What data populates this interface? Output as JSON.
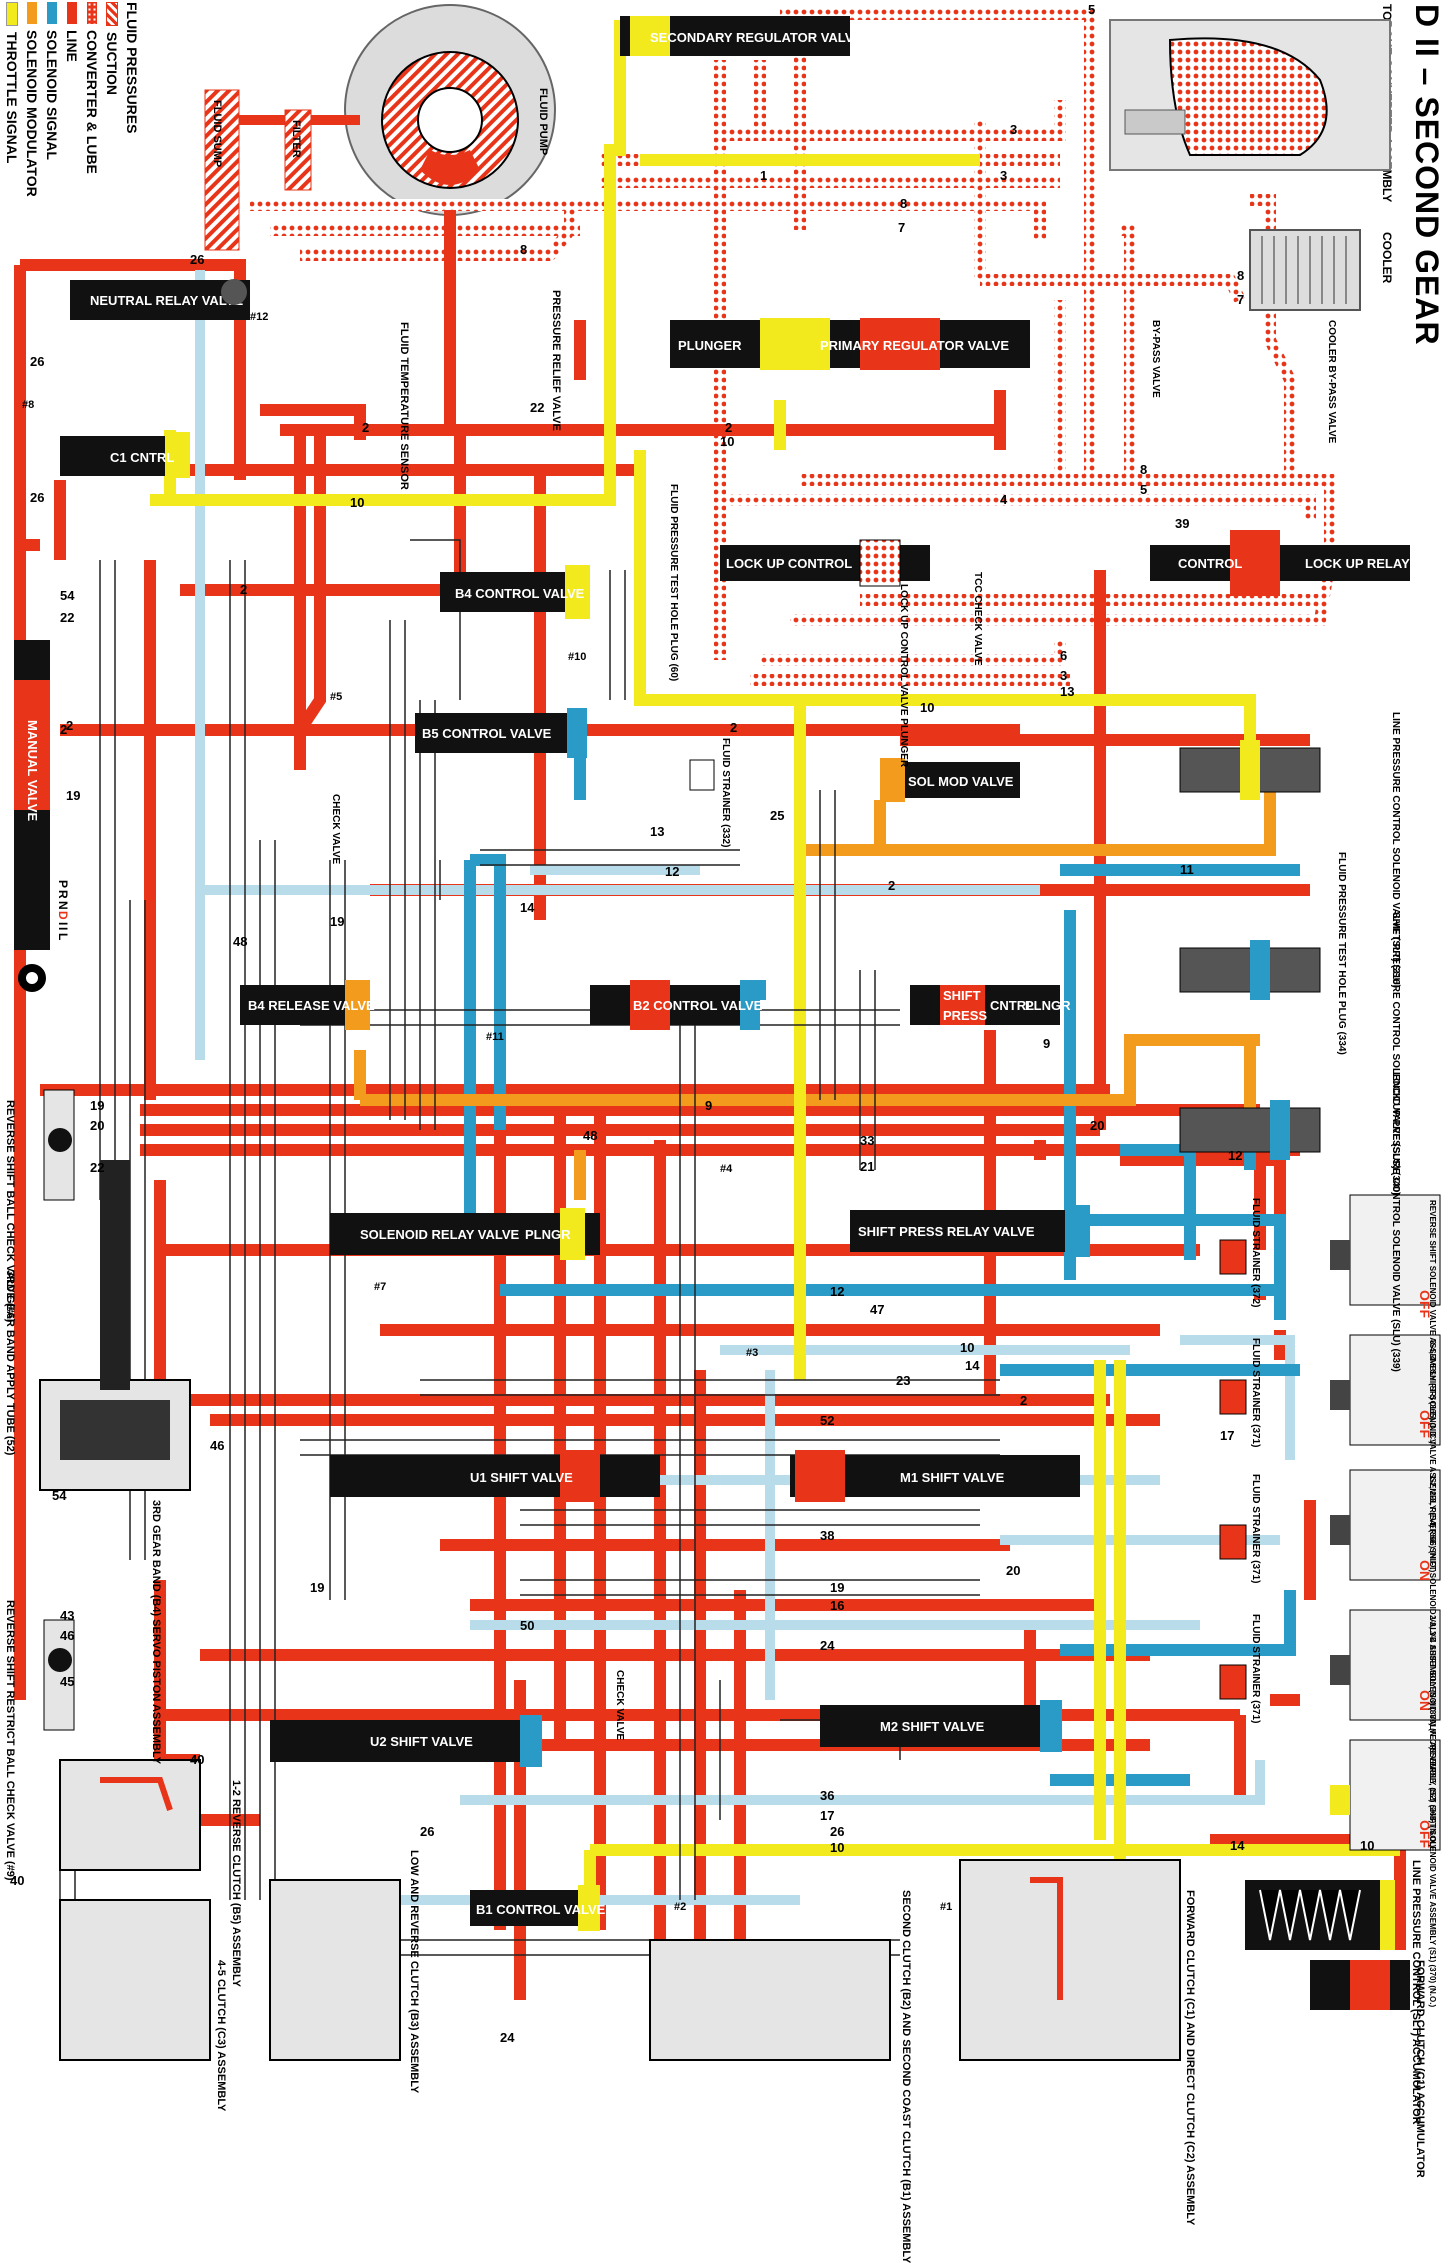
{
  "title": "D II – SECOND GEAR",
  "legend": {
    "heading": "FLUID PRESSURES",
    "items": [
      {
        "label": "SUCTION",
        "color": "#e8351a",
        "pattern": "stripe"
      },
      {
        "label": "CONVERTER & LUBE",
        "color": "#e8351a",
        "pattern": "dots"
      },
      {
        "label": "LINE",
        "color": "#e8351a",
        "pattern": "solid"
      },
      {
        "label": "SOLENOID SIGNAL",
        "color": "#2a9bc7",
        "pattern": "solid"
      },
      {
        "label": "SOLENOID MODULATOR",
        "color": "#f29b1d",
        "pattern": "solid"
      },
      {
        "label": "THROTTLE SIGNAL",
        "color": "#f2ea1d",
        "pattern": "solid"
      }
    ]
  },
  "colors": {
    "line": "#e8351a",
    "signal": "#2a9bc7",
    "lightsignal": "#b9dcea",
    "modulator": "#f29b1d",
    "throttle": "#f2ea1d",
    "exhaust": "#ffffff",
    "valve": "#111111"
  },
  "valves": {
    "secondary_regulator": "SECONDARY REGULATOR VALVE",
    "primary_regulator": "PRIMARY REGULATOR VALVE",
    "plunger": "PLUNGER",
    "neutral_relay": "NEUTRAL RELAY VALVE",
    "c1_cntrl": "C1 CNTRL",
    "lock_up_control": "LOCK UP CONTROL",
    "control": "CONTROL",
    "lock_up_relay": "LOCK UP RELAY",
    "b4_control": "B4 CONTROL VALVE",
    "b5_control": "B5 CONTROL VALVE",
    "sol_mod": "SOL MOD VALVE",
    "b4_release": "B4 RELEASE VALVE",
    "b2_control": "B2 CONTROL VALVE",
    "shift": "SHIFT",
    "press": "PRESS",
    "cntrl": "CNTRL",
    "plngr": "PLNGR",
    "solenoid_relay": "SOLENOID RELAY VALVE",
    "plngr2": "PLNGR",
    "shift_press_relay": "SHIFT PRESS RELAY VALVE",
    "u1_shift": "U1 SHIFT VALVE",
    "m1_shift": "M1 SHIFT VALVE",
    "m2_shift": "M2 SHIFT VALVE",
    "u2_shift": "U2 SHIFT VALVE",
    "b1_control": "B1 CONTROL VALVE",
    "manual_valve": "MANUAL VALVE"
  },
  "labels": {
    "fluid_pump": "FLUID PUMP",
    "filter": "FILTER",
    "fluid_sump": "FLUID SUMP",
    "torque_converter": "TORQUE CONVERTER ASSEMBLY",
    "cooler": "COOLER",
    "cooler_bypass": "COOLER BY-PASS VALVE",
    "bypass_valve": "BY-PASS VALVE",
    "fluid_temp_sensor": "FLUID TEMPERATURE SENSOR",
    "pressure_relief": "PRESSURE RELIEF VALVE",
    "test_hole_plug": "FLUID PRESSURE TEST HOLE PLUG (60)",
    "lockup_plunger": "LOCK UP CONTROL VALVE PLUNGER",
    "tcc_check": "TCC CHECK VALVE",
    "fluid_strainer_332": "FLUID STRAINER (332)",
    "check_valve": "CHECK VALVE",
    "check_valve2": "CHECK VALVE",
    "slt": "LINE PRESSURE CONTROL SOLENOID VALVE (SLT) (316)",
    "test_hole_334": "FLUID PRESSURE TEST HOLE PLUG (334)",
    "sls": "SHIFT PRESSURE CONTROL SOLENOID VALVE (SLS) (340)",
    "slu": "LOCK UP PRESSURE CONTROL SOLENOID VALVE (SLU) (339)",
    "strainer_372": "FLUID STRAINER (372)",
    "strainer_371a": "FLUID STRAINER (371)",
    "strainer_371b": "FLUID STRAINER (371)",
    "strainer_371c": "FLUID STRAINER (371)",
    "sr_solenoid": "REVERSE SHIFT SOLENOID VALVE ASSEMBLY (SR) (365) (N.C.)",
    "s4_solenoid": "3-4, 4-5 SHIFT SOLENOID VALVE ASSEMBLY (S4) (366) (N.O.)",
    "s3_solenoid": "1-2, 2-3, REVERSE SHIFT SOLENOID VALVE ASSEMBLY (S3) (380) (N.C.)",
    "s2_solenoid": "2-3, 3-4 SHIFT SOLENOID VALVE ASSEMBLY (S2) (368) (N.O.)",
    "s1_solenoid": "REVERSE, 1ST SHIFT SOLENOID VALVE ASSEMBLY (S1) (370) (N.O.)",
    "reverse_shift_ball6": "REVERSE SHIFT BALL CHECK VALVE (#6)",
    "third_gear_band_tube": "3RD GEAR BAND APPLY TUBE (52)",
    "third_gear_band_servo": "3RD GEAR BAND (B4) SERVO PISTON ASSEMBLY",
    "reverse_shift_restrict": "REVERSE SHIFT RESTRICT BALL CHECK VALVE (#9)",
    "clutch_12_reverse": "1-2 REVERSE CLUTCH (B5) ASSEMBLY",
    "clutch_45": "4-5 CLUTCH (C3) ASSEMBLY",
    "low_reverse": "LOW AND REVERSE CLUTCH (B3) ASSEMBLY",
    "second_clutch": "SECOND CLUTCH (B2) AND SECOND COAST CLUTCH (B1) ASSEMBLY",
    "forward_direct": "FORWARD CLUTCH (C1) AND DIRECT CLUTCH (C2) ASSEMBLY",
    "line_pressure_accum": "LINE PRESSURE CONTROL (SLT) ACCUMULATOR",
    "forward_accum": "FORWARD CLUTCH (C1) ACCUMULATOR",
    "manual_positions": [
      "P",
      "R",
      "N",
      "D",
      "I",
      "I",
      "L"
    ]
  },
  "solenoid_states": {
    "sr": "OFF",
    "s4": "OFF",
    "s3": "ON",
    "s2": "ON",
    "s1": "OFF"
  },
  "check_balls": [
    "#12",
    "#8",
    "#10",
    "#5",
    "#11",
    "#4",
    "#3",
    "#7",
    "#1",
    "#2"
  ]
}
